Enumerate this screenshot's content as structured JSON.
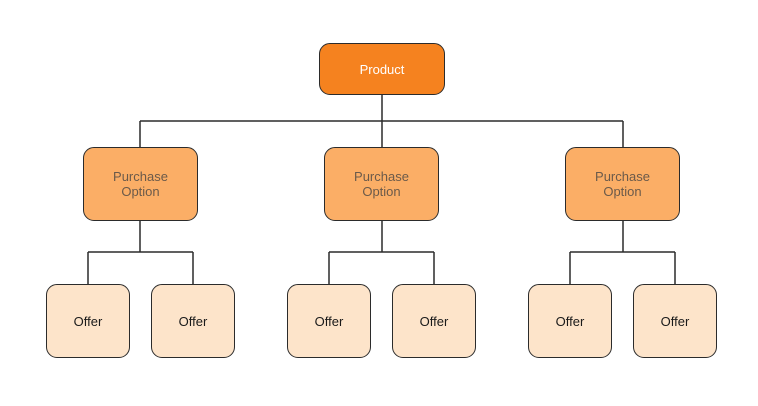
{
  "colors": {
    "product_fill": "#f5821f",
    "option_fill": "#fbae66",
    "offer_fill": "#fde4ca",
    "option_text": "#6b5a4a",
    "line": "#2b2b2b"
  },
  "root": {
    "label": "Product"
  },
  "options": [
    {
      "label": "Purchase\nOption",
      "offers": [
        "Offer",
        "Offer"
      ]
    },
    {
      "label": "Purchase\nOption",
      "offers": [
        "Offer",
        "Offer"
      ]
    },
    {
      "label": "Purchase\nOption",
      "offers": [
        "Offer",
        "Offer"
      ]
    }
  ]
}
